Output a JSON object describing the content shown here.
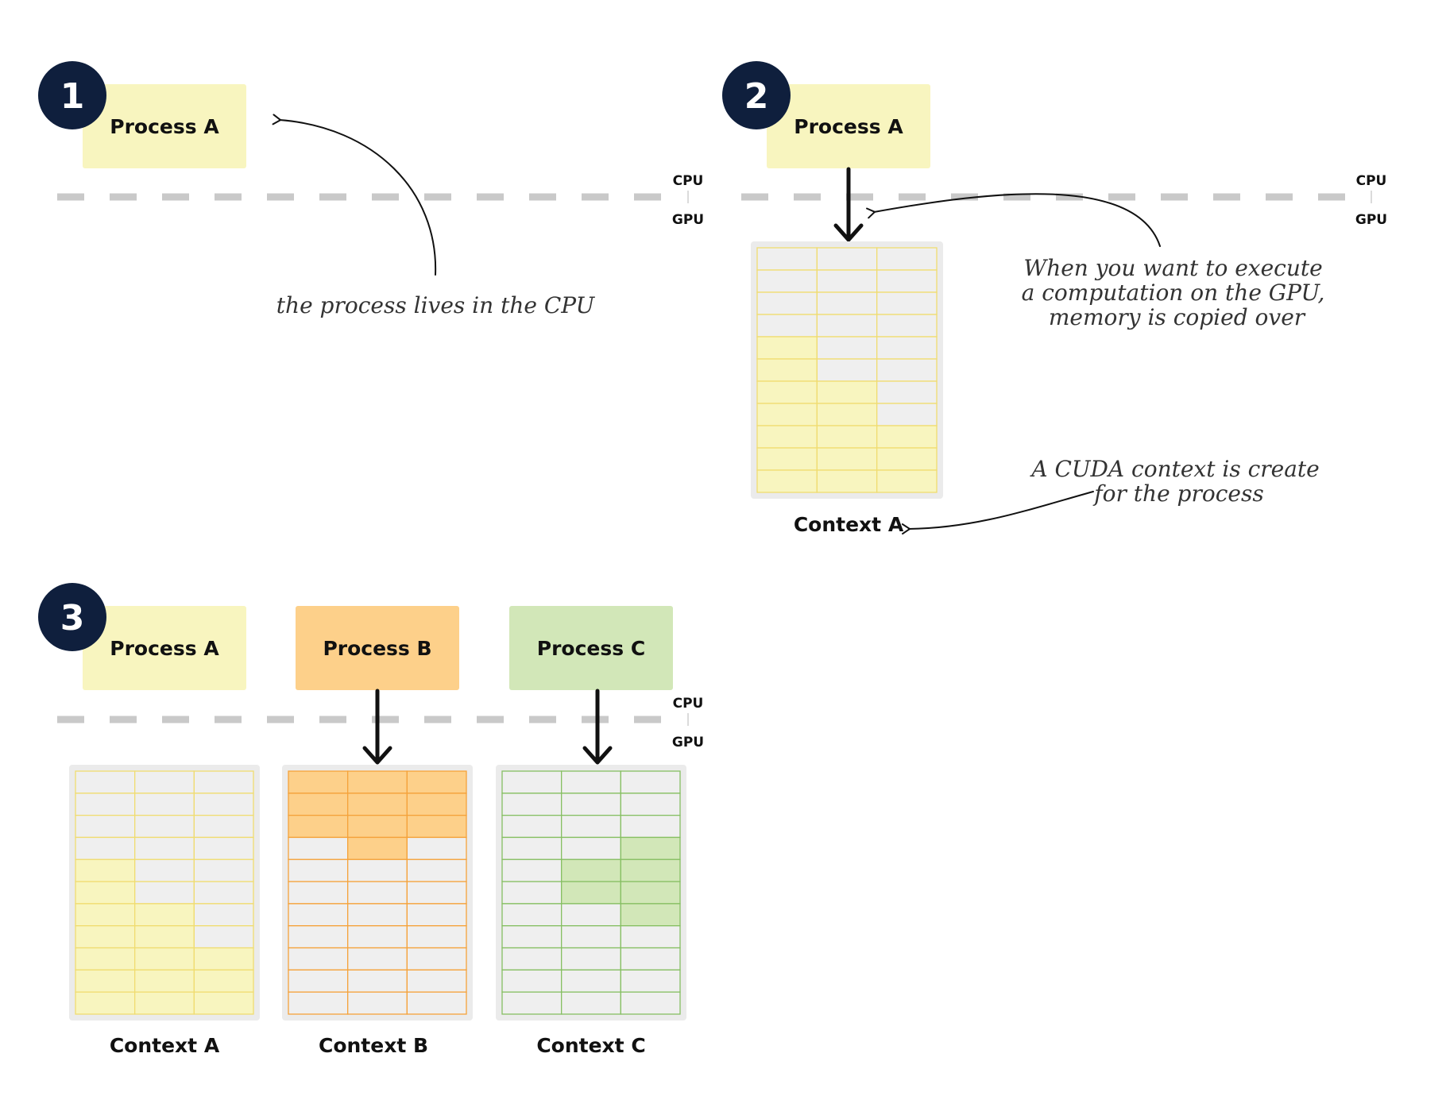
{
  "axis_labels": {
    "cpu": "CPU",
    "gpu": "GPU"
  },
  "colors": {
    "process_a": "#f8f5bf",
    "process_b": "#fdd08a",
    "process_c": "#d2e7b8",
    "cell_empty": "#efefef",
    "grid_a": "#f0dc70",
    "grid_b": "#f5a23a",
    "grid_c": "#86bf62",
    "fill_a": "#f8f5bf",
    "fill_b": "#fdd08a",
    "fill_c": "#d2e7b8",
    "frame": "#ebebeb",
    "step_circle": "#0f1f3d"
  },
  "panel1": {
    "step": "1",
    "process_label": "Process A",
    "note": "the process lives in the CPU"
  },
  "panel2": {
    "step": "2",
    "process_label": "Process A",
    "context_label": "Context A",
    "note_copy": [
      "When you want to execute",
      "a computation on the GPU,",
      "memory is copied over"
    ],
    "note_context": [
      "A CUDA context is create",
      "for the process"
    ]
  },
  "panel3": {
    "step": "3",
    "processes": [
      {
        "label": "Process A"
      },
      {
        "label": "Process B"
      },
      {
        "label": "Process C"
      }
    ],
    "contexts": [
      {
        "label": "Context A"
      },
      {
        "label": "Context B"
      },
      {
        "label": "Context C"
      }
    ]
  },
  "memory_maps": {
    "context_a": [
      [
        0,
        0,
        0
      ],
      [
        0,
        0,
        0
      ],
      [
        0,
        0,
        0
      ],
      [
        0,
        0,
        0
      ],
      [
        1,
        0,
        0
      ],
      [
        1,
        0,
        0
      ],
      [
        1,
        1,
        0
      ],
      [
        1,
        1,
        0
      ],
      [
        1,
        1,
        1
      ],
      [
        1,
        1,
        1
      ],
      [
        1,
        1,
        1
      ]
    ],
    "context_b": [
      [
        1,
        1,
        1
      ],
      [
        1,
        1,
        1
      ],
      [
        1,
        1,
        1
      ],
      [
        0,
        1,
        0
      ],
      [
        0,
        0,
        0
      ],
      [
        0,
        0,
        0
      ],
      [
        0,
        0,
        0
      ],
      [
        0,
        0,
        0
      ],
      [
        0,
        0,
        0
      ],
      [
        0,
        0,
        0
      ],
      [
        0,
        0,
        0
      ]
    ],
    "context_c": [
      [
        0,
        0,
        0
      ],
      [
        0,
        0,
        0
      ],
      [
        0,
        0,
        0
      ],
      [
        0,
        0,
        1
      ],
      [
        0,
        1,
        1
      ],
      [
        0,
        1,
        1
      ],
      [
        0,
        0,
        1
      ],
      [
        0,
        0,
        0
      ],
      [
        0,
        0,
        0
      ],
      [
        0,
        0,
        0
      ],
      [
        0,
        0,
        0
      ]
    ]
  }
}
